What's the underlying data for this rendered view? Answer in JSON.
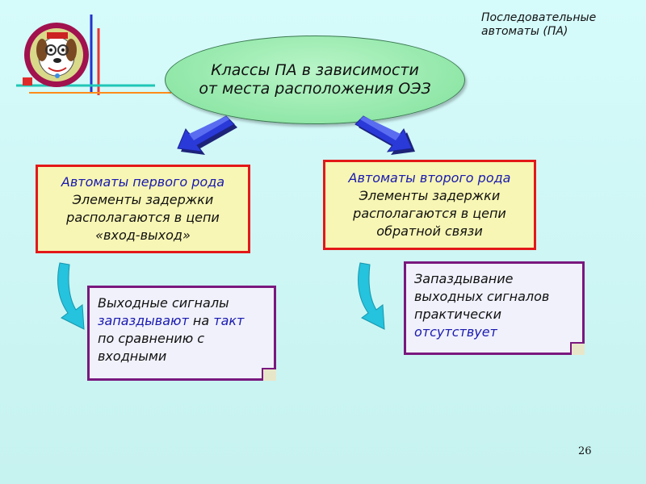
{
  "slide_title": [
    "Последовательные",
    "автоматы (ПА)"
  ],
  "central_node": [
    "Классы ПА в зависимости",
    "от места расположения ОЭЗ"
  ],
  "left_box": {
    "heading": "Автоматы первого рода",
    "lines": [
      "Элементы задержки",
      "располагаются в цепи",
      "«вход-выход»"
    ]
  },
  "right_box": {
    "heading": "Автоматы второго рода",
    "lines": [
      "Элементы задержки",
      "располагаются в цепи",
      "обратной связи"
    ]
  },
  "left_note": {
    "line1": "Выходные сигналы",
    "hl1": "запаздывают",
    "mid": " на ",
    "hl2": "такт",
    "line3": "по сравнению с",
    "line4": "входными"
  },
  "right_note": {
    "line1": "Запаздывание",
    "line2": "выходных сигналов",
    "line3": "практически",
    "hl": "отсутствует"
  },
  "page_number": "26",
  "colors": {
    "background": "#d6fbfb",
    "oval": "#8ee6a6",
    "red_border": "#e31818",
    "purple_border": "#7a187e",
    "box_fill": "#f7f6b4",
    "highlight_text": "#1a1ab0",
    "arrow_blue": "#2a3ad8",
    "curved_arrow": "#25c3dd"
  },
  "icons": [
    "dog-mascot-icon",
    "down-left-arrow-icon",
    "down-right-arrow-icon",
    "curved-arrow-icon"
  ]
}
